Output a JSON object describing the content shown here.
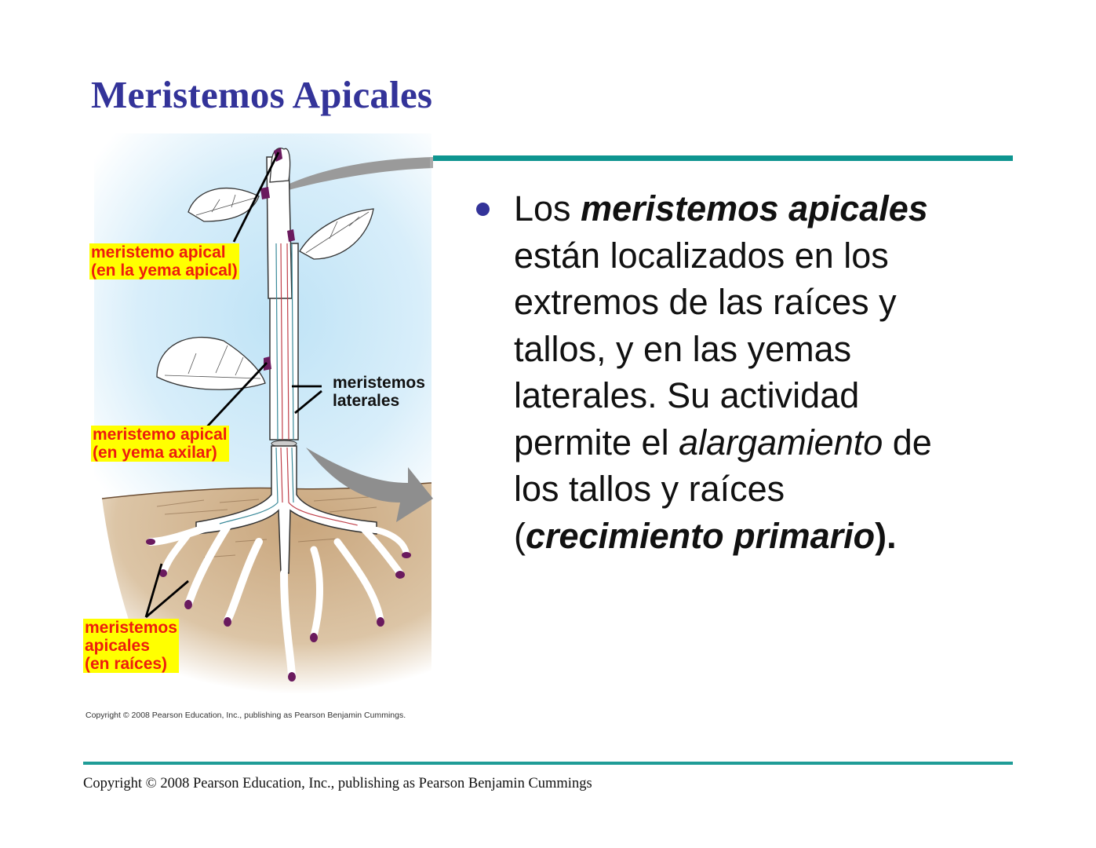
{
  "slide": {
    "title": "Meristemos Apicales",
    "accent_color": "#333399",
    "rule_color": "#0e9590"
  },
  "figure": {
    "labels": {
      "apical_bud": {
        "line1": "meristemo apical",
        "line2": "(en la yema apical)"
      },
      "axillary_bud": {
        "line1": "meristemo apical",
        "line2": "(en yema axilar)"
      },
      "lateral": {
        "line1": "meristemos",
        "line2": "laterales"
      },
      "roots": {
        "line1": "meristemos",
        "line2": "apicales",
        "line3": "(en raíces)"
      }
    },
    "label_bg_color": "#ffff00",
    "label_text_color": "#ee1c0e",
    "copyright": "Copyright © 2008 Pearson Education, Inc., publishing as Pearson Benjamin Cummings."
  },
  "bullet": {
    "lines": [
      {
        "parts": [
          {
            "t": "Los ",
            "s": "n"
          },
          {
            "t": "meristemos apicales",
            "s": "bi"
          }
        ]
      },
      {
        "parts": [
          {
            "t": "están localizados en los",
            "s": "n"
          }
        ]
      },
      {
        "parts": [
          {
            "t": "extremos de las raíces y",
            "s": "n"
          }
        ]
      },
      {
        "parts": [
          {
            "t": "tallos, y en las yemas",
            "s": "n"
          }
        ]
      },
      {
        "parts": [
          {
            "t": "laterales.  Su actividad",
            "s": "n"
          }
        ]
      },
      {
        "parts": [
          {
            "t": "permite el ",
            "s": "n"
          },
          {
            "t": "alargamiento",
            "s": "it"
          },
          {
            "t": " de",
            "s": "n"
          }
        ]
      },
      {
        "parts": [
          {
            "t": "los tallos y raíces",
            "s": "n"
          }
        ]
      },
      {
        "parts": [
          {
            "t": "(",
            "s": "n"
          },
          {
            "t": "crecimiento primario",
            "s": "bi"
          },
          {
            "t": ").",
            "s": "bd"
          }
        ]
      }
    ]
  },
  "footer": {
    "copyright": "Copyright © 2008 Pearson Education, Inc., publishing as Pearson Benjamin Cummings"
  }
}
